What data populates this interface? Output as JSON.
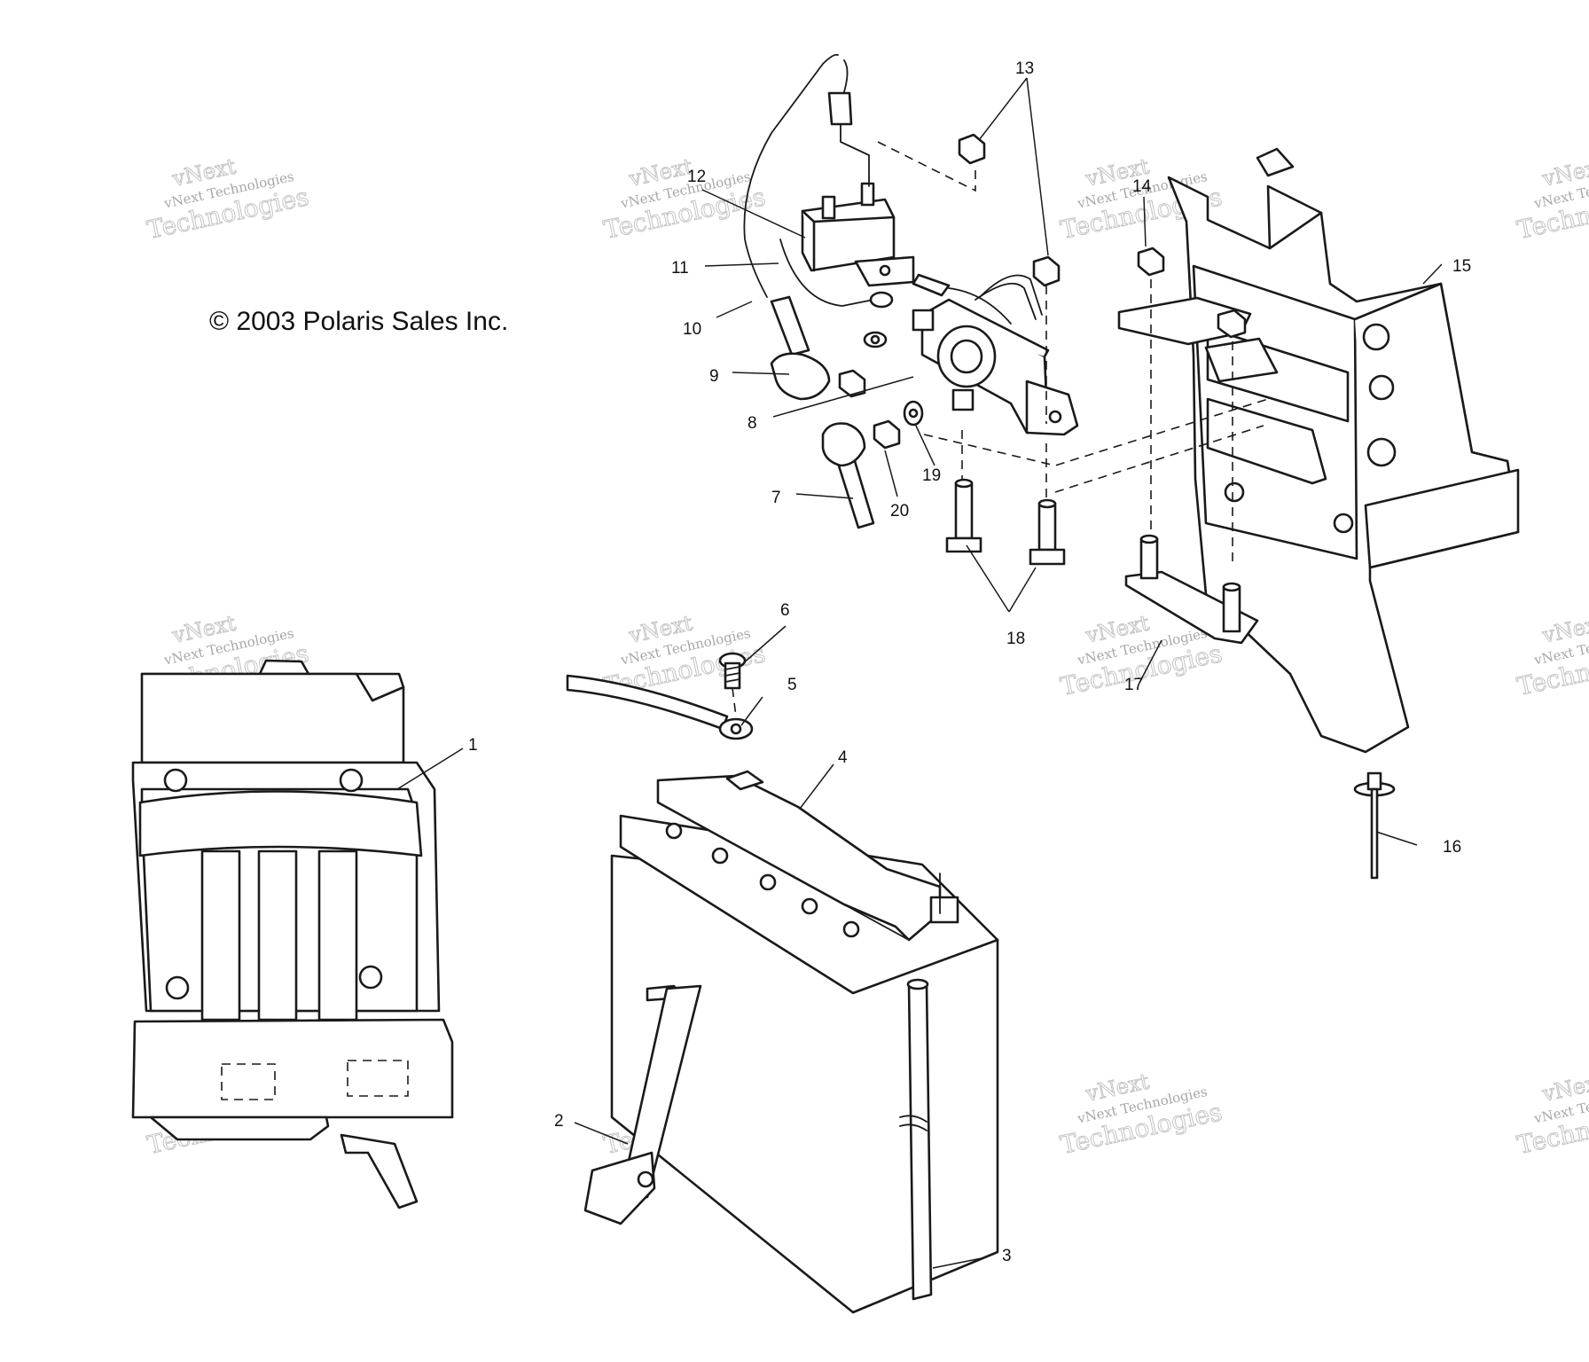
{
  "copyright": "© 2003 Polaris Sales Inc.",
  "watermark": {
    "line_small": "vNext Technologies",
    "line_brand": "vNext",
    "line_big": "Technologies"
  },
  "callouts": [
    {
      "id": "1",
      "label": "1"
    },
    {
      "id": "2",
      "label": "2"
    },
    {
      "id": "3",
      "label": "3"
    },
    {
      "id": "4",
      "label": "4"
    },
    {
      "id": "5",
      "label": "5"
    },
    {
      "id": "6",
      "label": "6"
    },
    {
      "id": "7",
      "label": "7"
    },
    {
      "id": "8",
      "label": "8"
    },
    {
      "id": "9",
      "label": "9"
    },
    {
      "id": "10",
      "label": "10"
    },
    {
      "id": "11",
      "label": "11"
    },
    {
      "id": "12",
      "label": "12"
    },
    {
      "id": "13",
      "label": "13"
    },
    {
      "id": "14",
      "label": "14"
    },
    {
      "id": "15",
      "label": "15"
    },
    {
      "id": "16",
      "label": "16"
    },
    {
      "id": "17",
      "label": "17"
    },
    {
      "id": "18",
      "label": "18"
    },
    {
      "id": "19",
      "label": "19"
    },
    {
      "id": "20",
      "label": "20"
    }
  ]
}
